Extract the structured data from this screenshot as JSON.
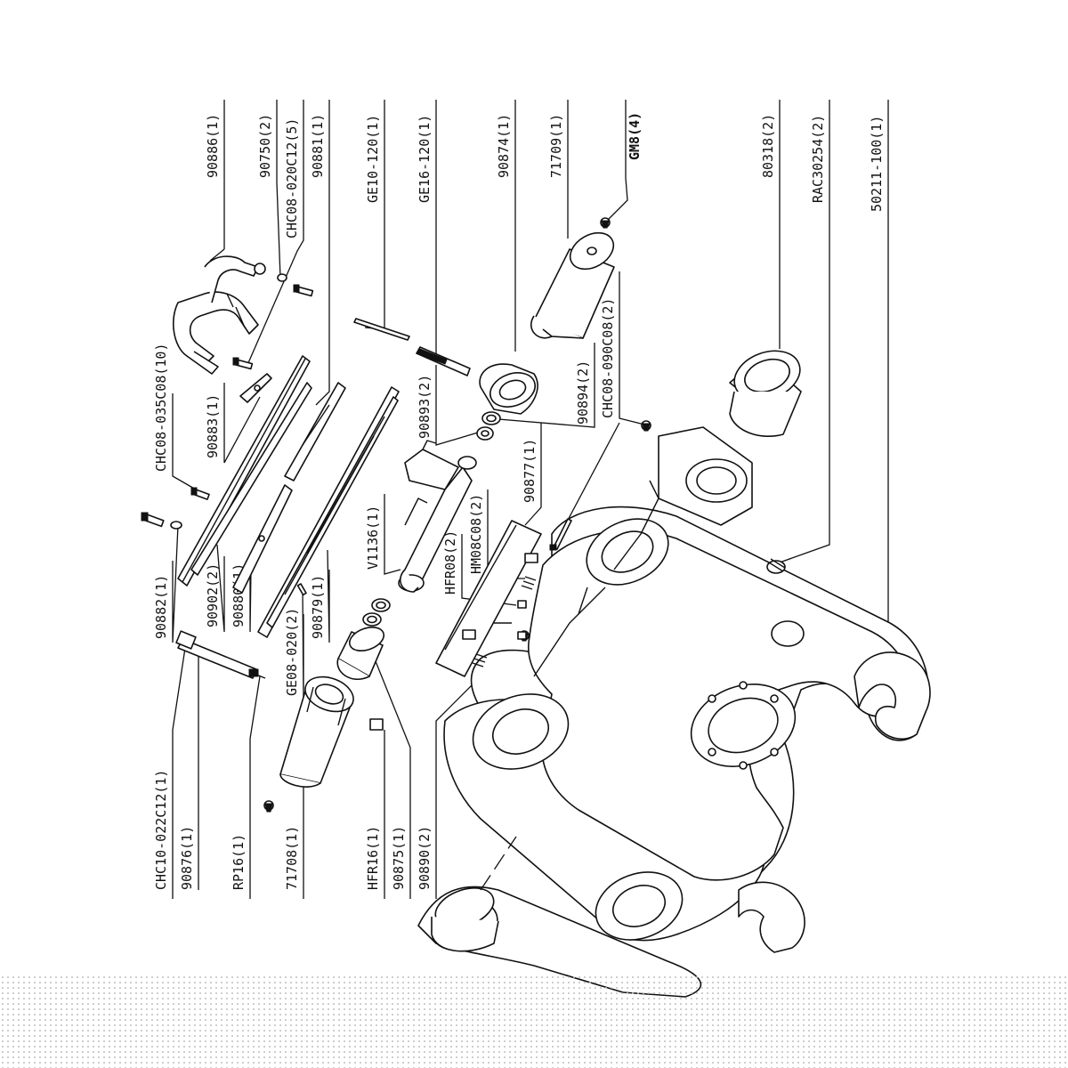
{
  "labels": [
    {
      "id": "l-90886",
      "text": "90886(1)"
    },
    {
      "id": "l-90750",
      "text": "90750(2)"
    },
    {
      "id": "l-chc08-020",
      "text": "CHC08-020C12(5)"
    },
    {
      "id": "l-90881",
      "text": "90881(1)"
    },
    {
      "id": "l-ge10",
      "text": "GE10-120(1)"
    },
    {
      "id": "l-ge16",
      "text": "GE16-120(1)"
    },
    {
      "id": "l-90874",
      "text": "90874(1)"
    },
    {
      "id": "l-71709",
      "text": "71709(1)"
    },
    {
      "id": "l-gm8",
      "text": "GM8(4)"
    },
    {
      "id": "l-80318",
      "text": "80318(2)"
    },
    {
      "id": "l-rac",
      "text": "RAC30254(2)"
    },
    {
      "id": "l-50211",
      "text": "50211-100(1)"
    },
    {
      "id": "l-chc08-035",
      "text": "CHC08-035C08(10)"
    },
    {
      "id": "l-90883",
      "text": "90883(1)"
    },
    {
      "id": "l-90893",
      "text": "90893(2)"
    },
    {
      "id": "l-90894",
      "text": "90894(2)"
    },
    {
      "id": "l-chc08-090",
      "text": "CHC08-090C08(2)"
    },
    {
      "id": "l-90877",
      "text": "90877(1)"
    },
    {
      "id": "l-hm08",
      "text": "HM08C08(2)"
    },
    {
      "id": "l-hfr08",
      "text": "HFR08(2)"
    },
    {
      "id": "l-v1136",
      "text": "V1136(1)"
    },
    {
      "id": "l-90882",
      "text": "90882(1)"
    },
    {
      "id": "l-90902",
      "text": "90902(2)"
    },
    {
      "id": "l-90880",
      "text": "90880(1)"
    },
    {
      "id": "l-90879",
      "text": "90879(1)"
    },
    {
      "id": "l-ge08",
      "text": "GE08-020(2)"
    },
    {
      "id": "l-chc10",
      "text": "CHC10-022C12(1)"
    },
    {
      "id": "l-90876",
      "text": "90876(1)"
    },
    {
      "id": "l-rp16",
      "text": "RP16(1)"
    },
    {
      "id": "l-71708",
      "text": "71708(1)"
    },
    {
      "id": "l-hfr16",
      "text": "HFR16(1)"
    },
    {
      "id": "l-90875",
      "text": "90875(1)"
    },
    {
      "id": "l-90890",
      "text": "90890(2)"
    }
  ]
}
